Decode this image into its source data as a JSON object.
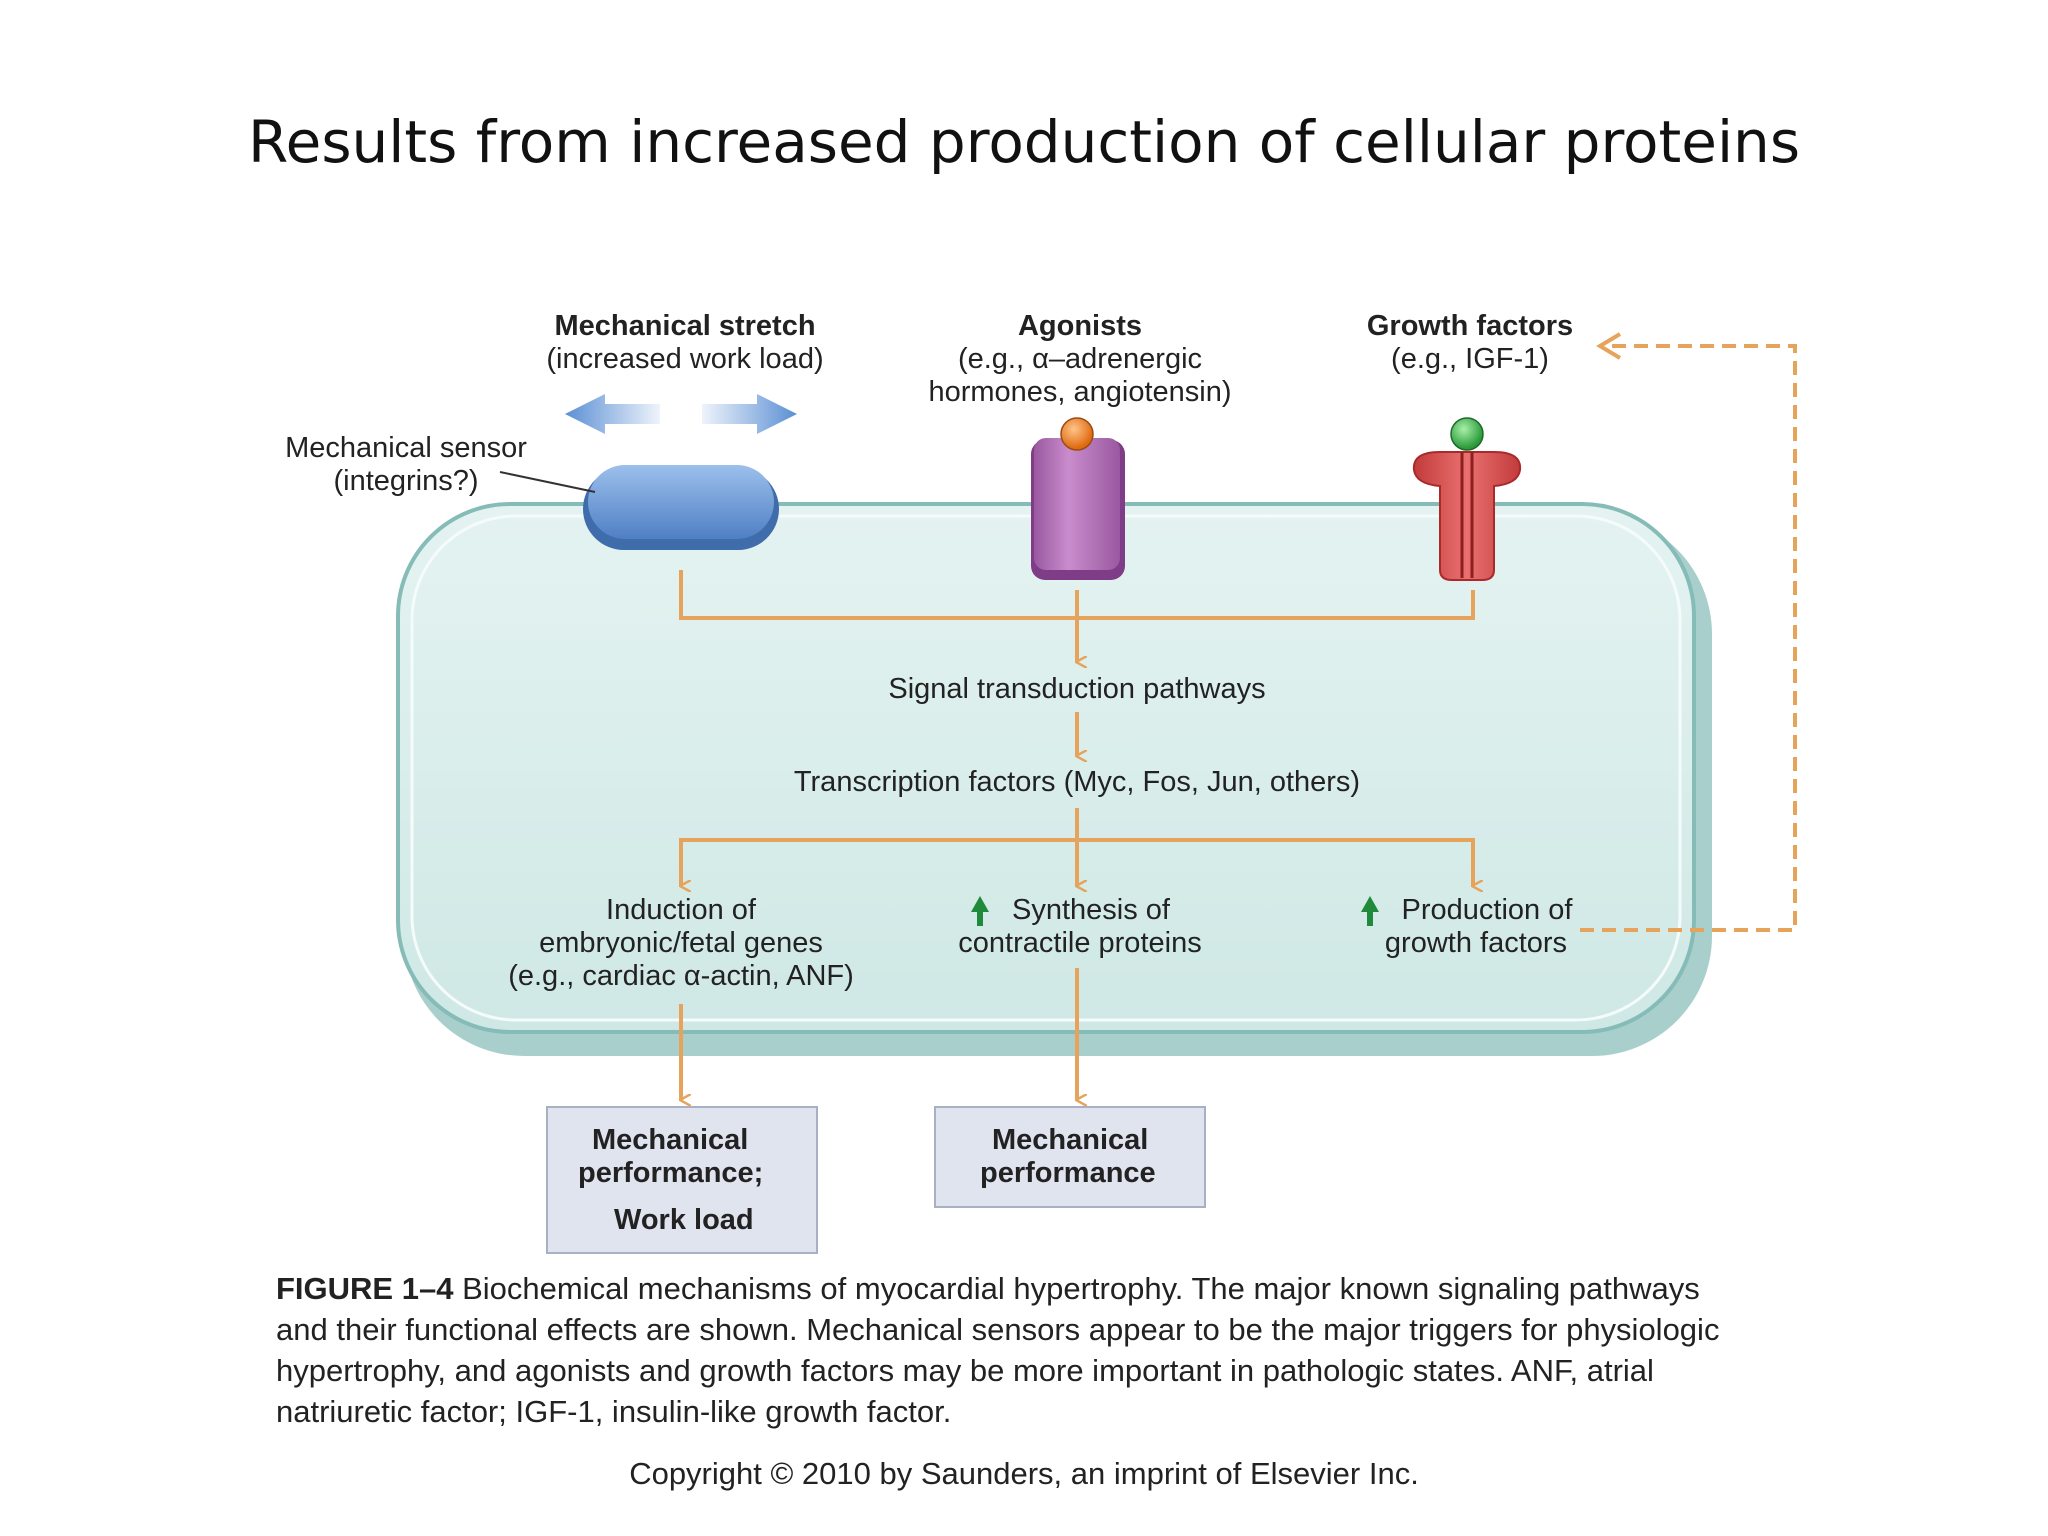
{
  "slide_title": "Results from increased production of cellular proteins",
  "inputs": {
    "mechanical": {
      "title": "Mechanical stretch",
      "sub": "(increased work load)"
    },
    "agonists": {
      "title": "Agonists",
      "sub1": "(e.g., α–adrenergic",
      "sub2": "hormones, angiotensin)"
    },
    "growth": {
      "title": "Growth factors",
      "sub": "(e.g., IGF-1)"
    }
  },
  "sensor_label": {
    "line1": "Mechanical sensor",
    "line2": "(integrins?)"
  },
  "pathway": {
    "signal": "Signal transduction pathways",
    "transcription": "Transcription factors (Myc, Fos, Jun, others)"
  },
  "effects": {
    "induction": {
      "line1": "Induction of",
      "line2": "embryonic/fetal genes",
      "line3": "(e.g., cardiac α-actin, ANF)"
    },
    "synthesis": {
      "line1": "Synthesis of",
      "line2": "contractile proteins"
    },
    "production": {
      "line1": "Production of",
      "line2": "growth factors"
    }
  },
  "outcomes": {
    "left": {
      "line1": "Mechanical",
      "line2": "performance;",
      "line3": "Work load"
    },
    "right": {
      "line1": "Mechanical",
      "line2": "performance"
    }
  },
  "caption": {
    "label": "FIGURE 1–4",
    "text": " Biochemical mechanisms of myocardial hypertrophy. The major known signaling pathways and their functional effects are shown. Mechanical sensors appear to be the major triggers for physiologic hypertrophy, and agonists and growth factors may be more important in pathologic states. ANF, atrial natriuretic factor; IGF-1, insulin-like growth factor."
  },
  "copyright": "Copyright © 2010 by Saunders, an imprint of Elsevier Inc.",
  "colors": {
    "cell_fill": "#d3ebe8",
    "cell_border": "#7fb4b0",
    "arrow_orange": "#e5a35c",
    "sensor_blue": "#6f99d6",
    "agonist_receptor": "#b06fb4",
    "growth_receptor": "#d94b4b",
    "up_arrow_green": "#1f8a3c",
    "down_arrow_red": "#c8202a",
    "outcome_box": "#dfe4ef"
  }
}
